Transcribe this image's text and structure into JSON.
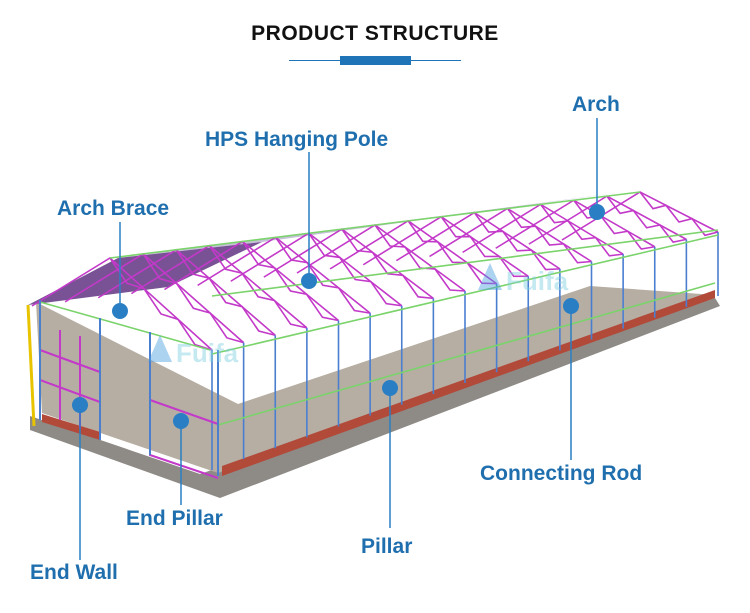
{
  "header": {
    "title": "PRODUCT STRUCTURE"
  },
  "watermark": {
    "left": "Fuifa",
    "right": "Fuifa"
  },
  "labels": {
    "arch": "Arch",
    "hps_hanging_pole": "HPS Hanging Pole",
    "arch_brace": "Arch Brace",
    "connecting_rod": "Connecting Rod",
    "end_pillar": "End Pillar",
    "pillar": "Pillar",
    "end_wall": "End Wall"
  },
  "colors": {
    "accent": "#1f74b8",
    "label": "#1f6fae",
    "callout_dot": "#2a7fc4",
    "truss": "#c339c9",
    "frame_blue": "#4a7fd0",
    "rail_green": "#7bd36b",
    "post_yellow": "#e8c400",
    "brick": "#b24a3a",
    "floor": "#b5aca2",
    "base": "#8e8a86"
  }
}
